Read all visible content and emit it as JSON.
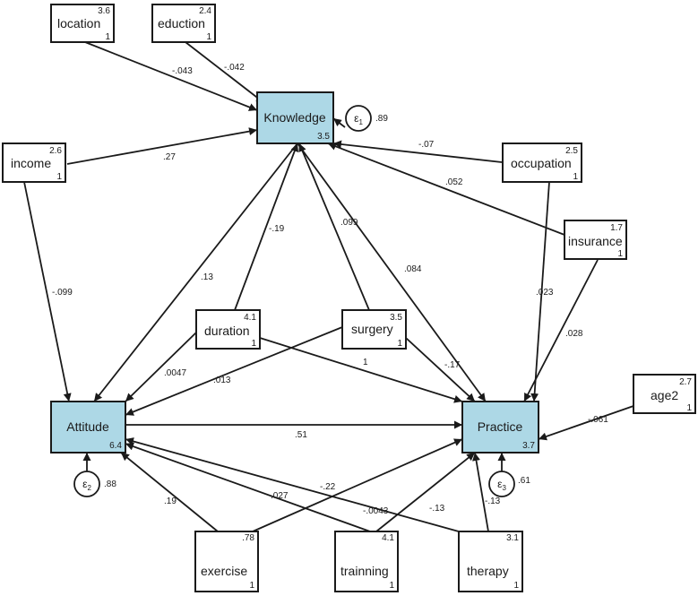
{
  "nodes": {
    "location": {
      "label": "location",
      "mean": "3.6",
      "var": "1"
    },
    "eduction": {
      "label": "eduction",
      "mean": "2.4",
      "var": "1"
    },
    "knowledge": {
      "label": "Knowledge",
      "value": "3.5"
    },
    "income": {
      "label": "income",
      "mean": "2.6",
      "var": "1"
    },
    "occupation": {
      "label": "occupation",
      "mean": "2.5",
      "var": "1"
    },
    "insurance": {
      "label": "insurance",
      "mean": "1.7",
      "var": "1"
    },
    "duration": {
      "label": "duration",
      "mean": "4.1",
      "var": "1"
    },
    "surgery": {
      "label": "surgery",
      "mean": "3.5",
      "var": "1"
    },
    "attitude": {
      "label": "Attitude",
      "value": "6.4"
    },
    "practice": {
      "label": "Practice",
      "value": "3.7"
    },
    "age2": {
      "label": "age2",
      "mean": "2.7",
      "var": "1"
    },
    "exercise": {
      "label": "exercise",
      "mean": ".78",
      "var": "1"
    },
    "trainning": {
      "label": "trainning",
      "mean": "4.1",
      "var": "1"
    },
    "therapy": {
      "label": "therapy",
      "mean": "3.1",
      "var": "1"
    }
  },
  "errors": {
    "e1": {
      "symbol": "ε",
      "sub": "1",
      "value": ".89"
    },
    "e2": {
      "symbol": "ε",
      "sub": "2",
      "value": ".88"
    },
    "e3": {
      "symbol": "ε",
      "sub": "3",
      "value": ".61"
    }
  },
  "paths": {
    "location_knowledge": "-.043",
    "eduction_knowledge": "-.042",
    "income_knowledge": ".27",
    "occupation_knowledge": "-.07",
    "insurance_knowledge": ".052",
    "duration_knowledge": "-.19",
    "surgery_knowledge": ".099",
    "income_attitude": "-.099",
    "knowledge_attitude": ".13",
    "knowledge_practice": ".084",
    "occupation_practice": ".023",
    "insurance_practice": ".028",
    "duration_attitude": ".0047",
    "surgery_attitude": ".013",
    "duration_practice": "1",
    "surgery_practice": "-.17",
    "attitude_practice": ".51",
    "age2_practice": "-.061",
    "exercise_attitude": ".19",
    "trainning_attitude": ".027",
    "therapy_attitude": "-.22",
    "exercise_practice": "-.0043",
    "trainning_practice": "-.13",
    "therapy_practice": "-.13"
  }
}
